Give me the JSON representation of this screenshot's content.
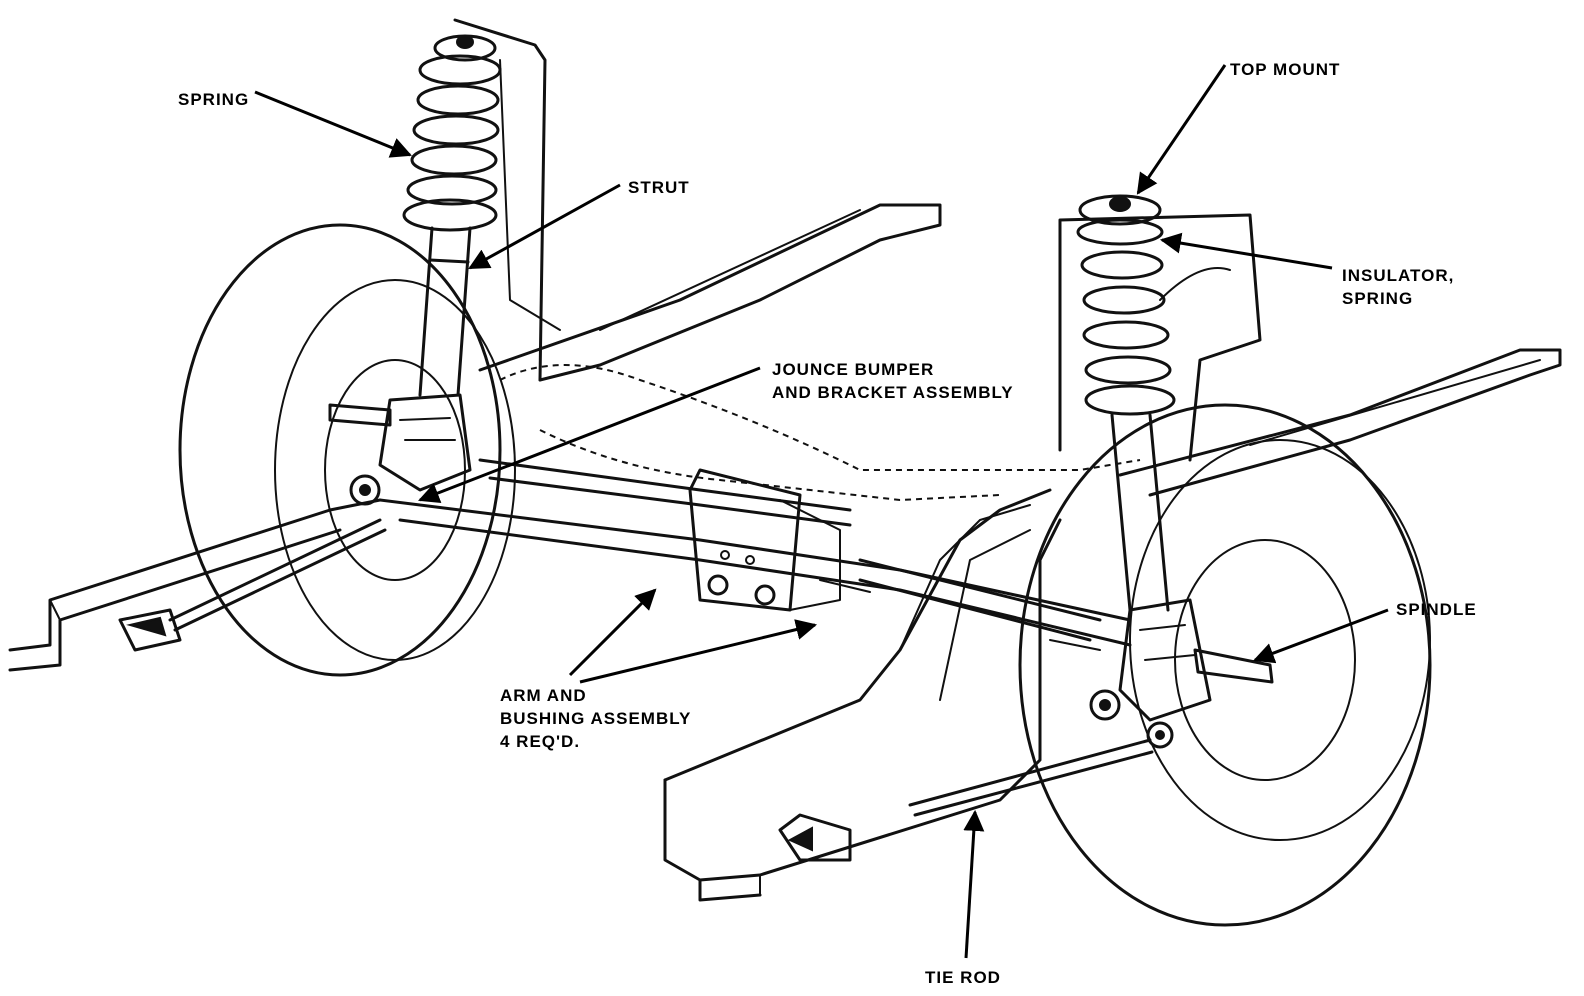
{
  "labels": {
    "spring": "SPRING",
    "strut": "STRUT",
    "top_mount": "TOP MOUNT",
    "insulator_line1": "INSULATOR,",
    "insulator_line2": "SPRING",
    "jounce_line1": "JOUNCE BUMPER",
    "jounce_line2": "AND BRACKET ASSEMBLY",
    "spindle": "SPINDLE",
    "arm_line1": "ARM AND",
    "arm_line2": "BUSHING ASSEMBLY",
    "arm_line3": "4 REQ'D.",
    "tie_rod": "TIE ROD"
  },
  "colors": {
    "ink": "#111111",
    "background": "#ffffff"
  }
}
